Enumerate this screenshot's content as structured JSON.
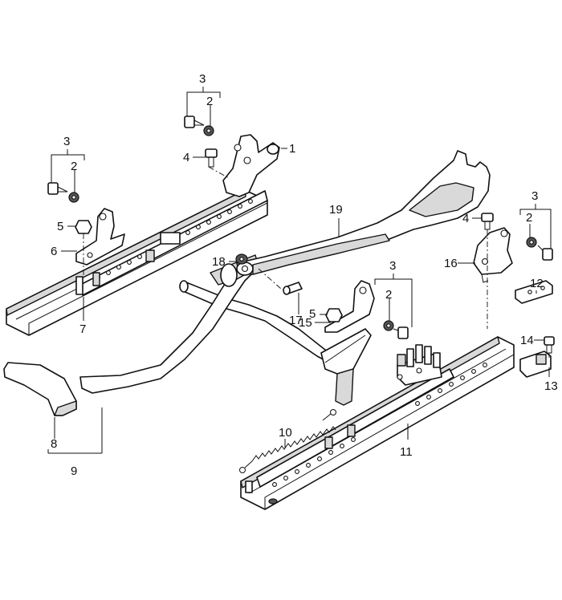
{
  "callouts": {
    "c1": "1",
    "c2a": "2",
    "c2b": "2",
    "c2c": "2",
    "c2d": "2",
    "c3a": "3",
    "c3b": "3",
    "c3c": "3",
    "c3d": "3",
    "c4a": "4",
    "c4b": "4",
    "c5a": "5",
    "c5b": "5",
    "c6": "6",
    "c7": "7",
    "c8": "8",
    "c9": "9",
    "c10": "10",
    "c11": "11",
    "c12": "12",
    "c13": "13",
    "c14": "14",
    "c15": "15",
    "c16": "16",
    "c17": "17",
    "c18": "18",
    "c19": "19"
  }
}
